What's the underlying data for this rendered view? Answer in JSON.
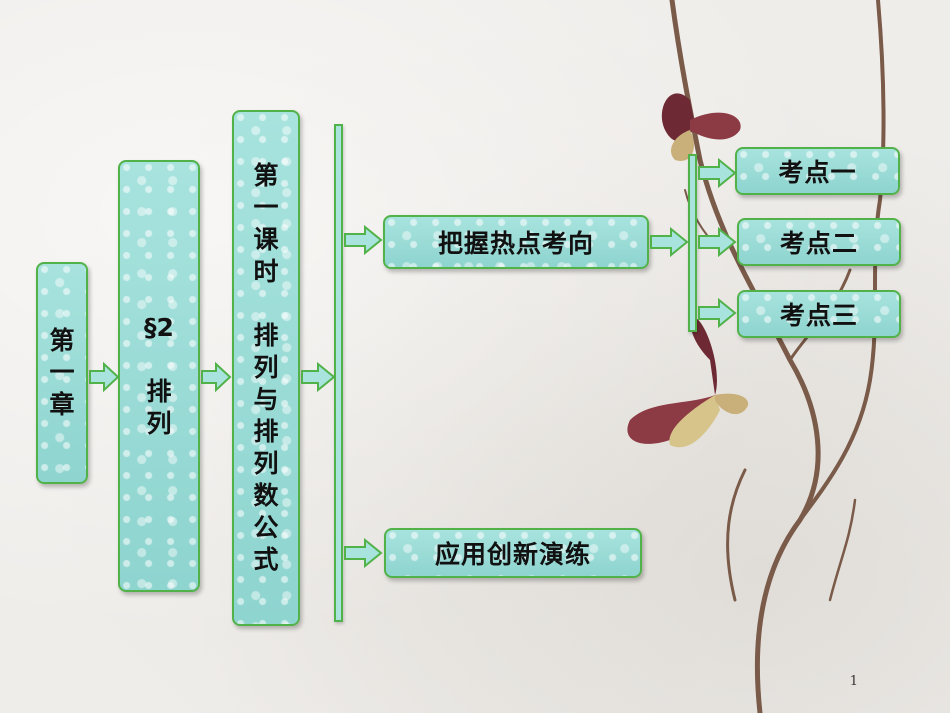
{
  "chapter": {
    "lines": [
      "第",
      "一",
      "章"
    ]
  },
  "section": {
    "lines": [
      "§2",
      "排",
      "列"
    ]
  },
  "lesson": {
    "title_lines": [
      "第",
      "一",
      "课",
      "时"
    ],
    "topic_lines": [
      "排",
      "列",
      "与",
      "排",
      "列",
      "数",
      "公",
      "式"
    ]
  },
  "branches": {
    "hot_topics": "把握热点考向",
    "practice": "应用创新演练"
  },
  "points": [
    "考点一",
    "考点二",
    "考点三"
  ],
  "page_number": "1",
  "colors": {
    "box_fill": "#9ddcd7",
    "box_border": "#52b24a",
    "arrow_fill": "#a8e3de"
  }
}
